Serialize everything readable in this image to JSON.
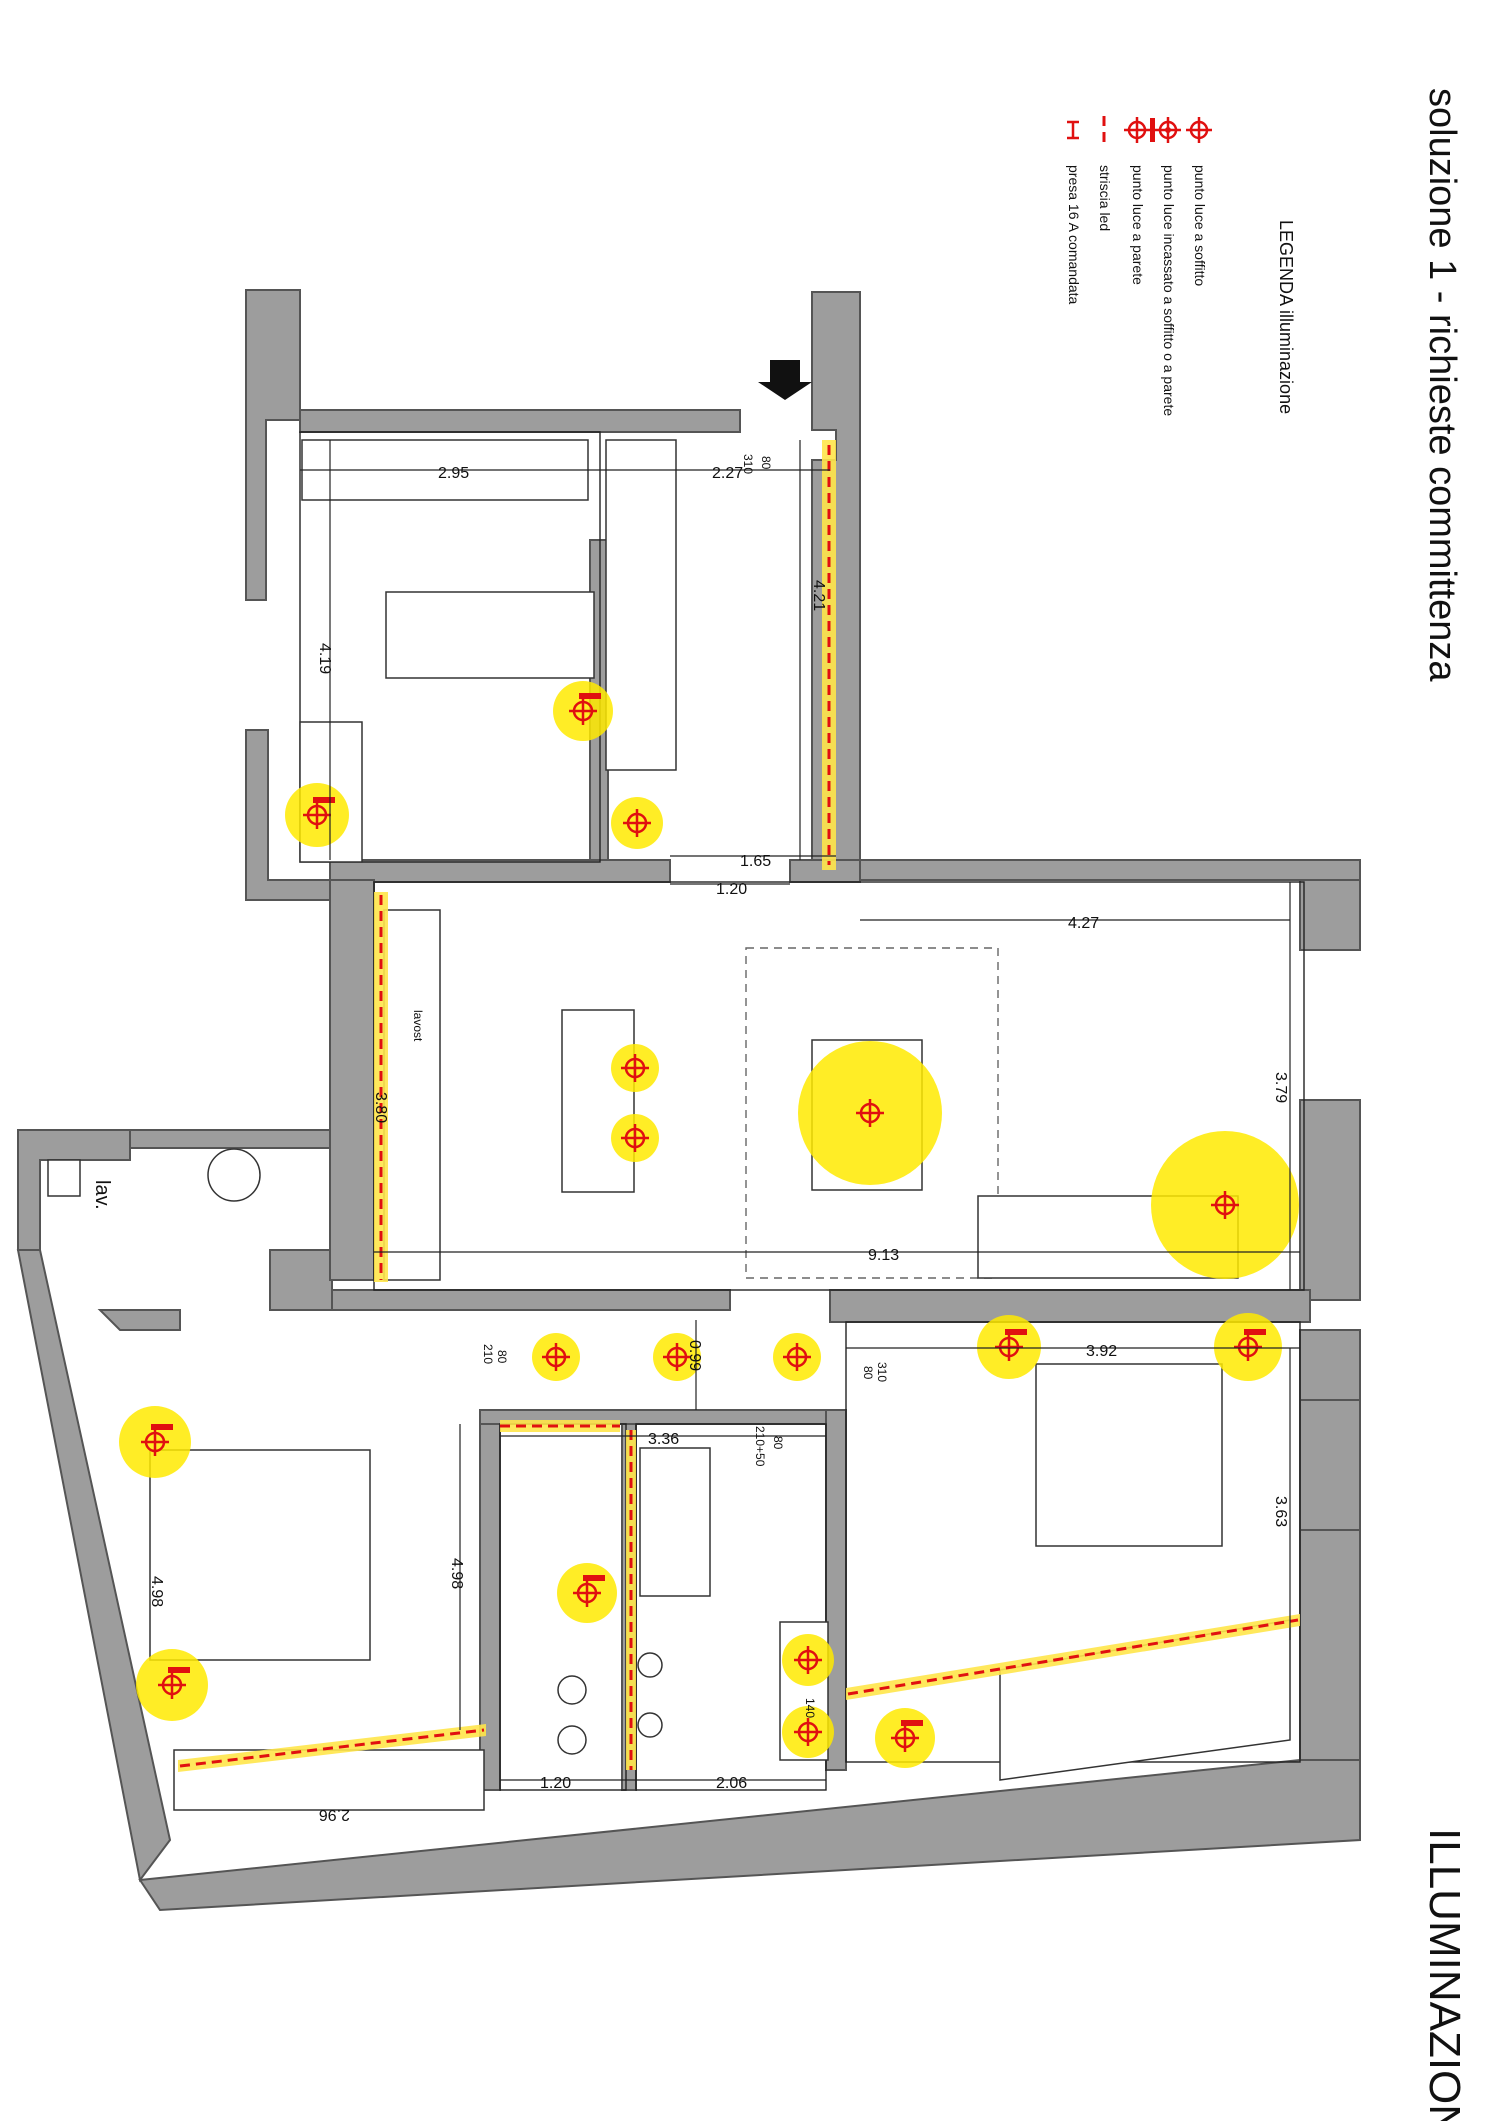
{
  "title": "soluzione 1 - richieste committenza",
  "section_title": "ILLUMINAZIONE",
  "legend": {
    "heading": "LEGENDA illuminazione",
    "items": [
      {
        "icon": "ceiling-light-icon",
        "label": "punto luce a soffitto"
      },
      {
        "icon": "recessed-light-icon",
        "label": "punto luce incassato a soffitto o a parete"
      },
      {
        "icon": "wall-light-icon",
        "label": "punto luce a parete"
      },
      {
        "icon": "led-strip-icon",
        "label": "striscia led"
      },
      {
        "icon": "socket-icon",
        "label": "presa  16 A comandata"
      }
    ]
  },
  "dimensions": {
    "d295": "2.95",
    "d227": "2.27",
    "d421": "4.21",
    "d419": "4.19",
    "d165": "1.65",
    "d120a": "1.20",
    "d427": "4.27",
    "d380": "3.80",
    "d379": "3.79",
    "d913": "9.13",
    "d099": "0.99",
    "d392": "3.92",
    "d336": "3.36",
    "d498a": "4.98",
    "d498b": "4.98",
    "d363": "3.63",
    "d120b": "1.20",
    "d206": "2.06",
    "d296": "2.96"
  },
  "door_labels": {
    "door1_h": "310",
    "door1_w": "80",
    "door2_h": "210",
    "door2_w": "80",
    "door3_h": "210+50",
    "door3_w": "80",
    "door4_h": "310",
    "door4_w": "80"
  },
  "labels": {
    "kitchen": "lavost",
    "laundry": "lav.",
    "bathroom_fixture": "140"
  },
  "colors": {
    "wall": "#9d9d9d",
    "light_glow": "#ffea00",
    "light_symbol": "#e01010",
    "led": "#e01010"
  }
}
